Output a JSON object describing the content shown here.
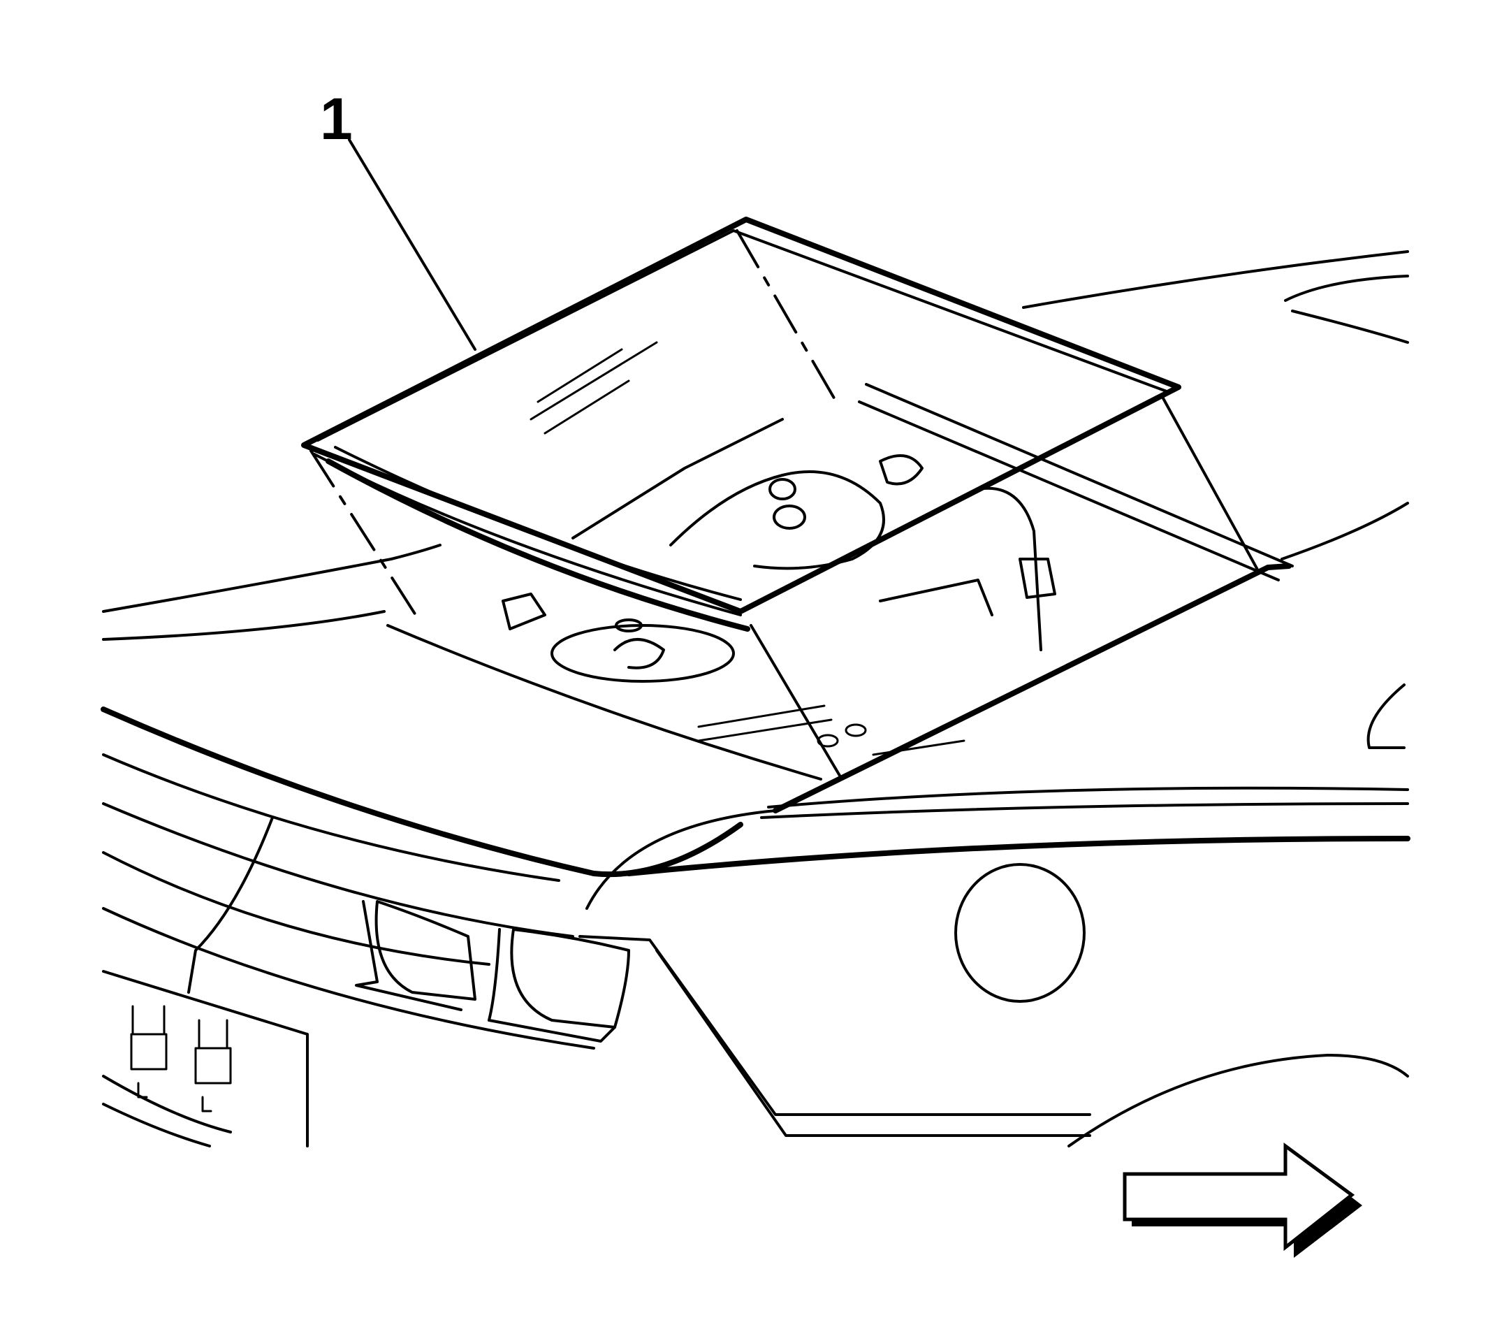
{
  "figure": {
    "callouts": [
      {
        "number": "1",
        "target": "rear-window-glass"
      }
    ],
    "orientation_arrow": {
      "direction": "right",
      "meaning": "vehicle-forward"
    },
    "colors": {
      "line": "#000000",
      "background": "#ffffff"
    }
  }
}
